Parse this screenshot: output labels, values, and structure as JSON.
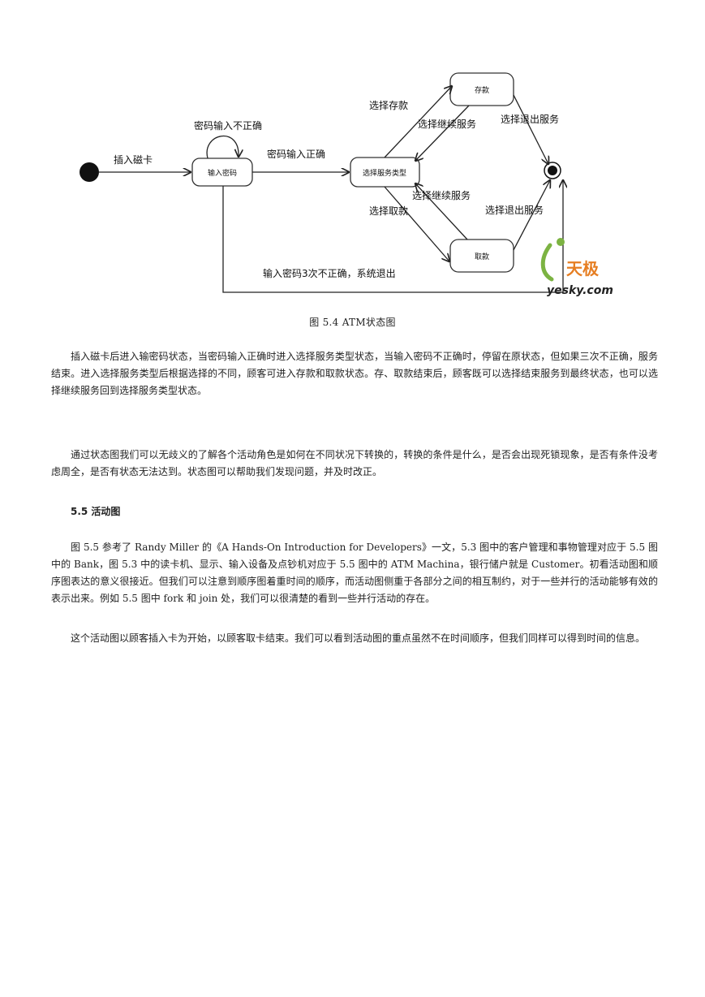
{
  "figure": {
    "caption": "图 5.4 ATM状态图",
    "states": {
      "enter_password": "输入密码",
      "select_service": "选择服务类型",
      "deposit": "存款",
      "withdraw": "取款"
    },
    "transitions": {
      "insert_card": "插入磁卡",
      "password_wrong": "密码输入不正确",
      "password_correct": "密码输入正确",
      "select_deposit": "选择存款",
      "continue_service_1": "选择继续服务",
      "exit_service_1": "选择退出服务",
      "continue_service_2": "选择继续服务",
      "select_withdraw": "选择取款",
      "exit_service_2": "选择退出服务",
      "three_wrong": "输入密码3次不正确，系统退出"
    },
    "watermark": {
      "cn": "天极",
      "url": "yesky.com"
    }
  },
  "content": {
    "p1": "插入磁卡后进入输密码状态，当密码输入正确时进入选择服务类型状态，当输入密码不正确时，停留在原状态，但如果三次不正确，服务结束。进入选择服务类型后根据选择的不同，顾客可进入存款和取款状态。存、取款结束后，顾客既可以选择结束服务到最终状态，也可以选择继续服务回到选择服务类型状态。",
    "p2": "通过状态图我们可以无歧义的了解各个活动角色是如何在不同状况下转换的，转换的条件是什么，是否会出现死锁现象，是否有条件没考虑周全，是否有状态无法达到。状态图可以帮助我们发现问题，并及时改正。",
    "heading": "5.5 活动图",
    "p3": "图 5.5 参考了 Randy Miller 的《A Hands-On Introduction for Developers》一文，5.3 图中的客户管理和事物管理对应于 5.5 图中的 Bank，图 5.3 中的读卡机、显示、输入设备及点钞机对应于 5.5 图中的 ATM Machina，银行储户就是 Customer。初看活动图和顺序图表达的意义很接近。但我们可以注意到顺序图着重时间的顺序，而活动图侧重于各部分之间的相互制约，对于一些并行的活动能够有效的表示出来。例如 5.5 图中 fork 和 join 处，我们可以很清楚的看到一些并行活动的存在。",
    "p4": "这个活动图以顾客插入卡为开始，以顾客取卡结束。我们可以看到活动图的重点虽然不在时间顺序，但我们同样可以得到时间的信息。"
  }
}
